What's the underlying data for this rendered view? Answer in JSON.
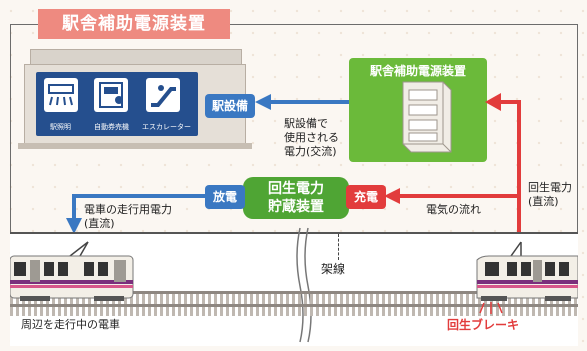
{
  "title": "駅舎補助電源装置",
  "station": {
    "signs": [
      "駅照明",
      "自動券売機",
      "エスカレーター"
    ]
  },
  "labels": {
    "station_equipment": "駅設備",
    "used_power": "駅設備で\n使用される\n電力(交流)",
    "aux_device": "駅舎補助電源装置",
    "storage": "回生電力\n貯蔵装置",
    "discharge": "放電",
    "charge": "充電",
    "train_power": "電車の走行用電力\n(直流)",
    "power_flow": "電気の流れ",
    "regen_power": "回生電力\n(直流)",
    "overhead_line": "架線",
    "nearby_train": "周辺を走行中の電車",
    "regen_brake": "回生ブレーキ"
  },
  "colors": {
    "title_bg": "#ee8a80",
    "blue_arrow": "#3a78c2",
    "red_arrow": "#e23c3c",
    "green": "#4fa534",
    "train_band": "#7a2f7c"
  }
}
